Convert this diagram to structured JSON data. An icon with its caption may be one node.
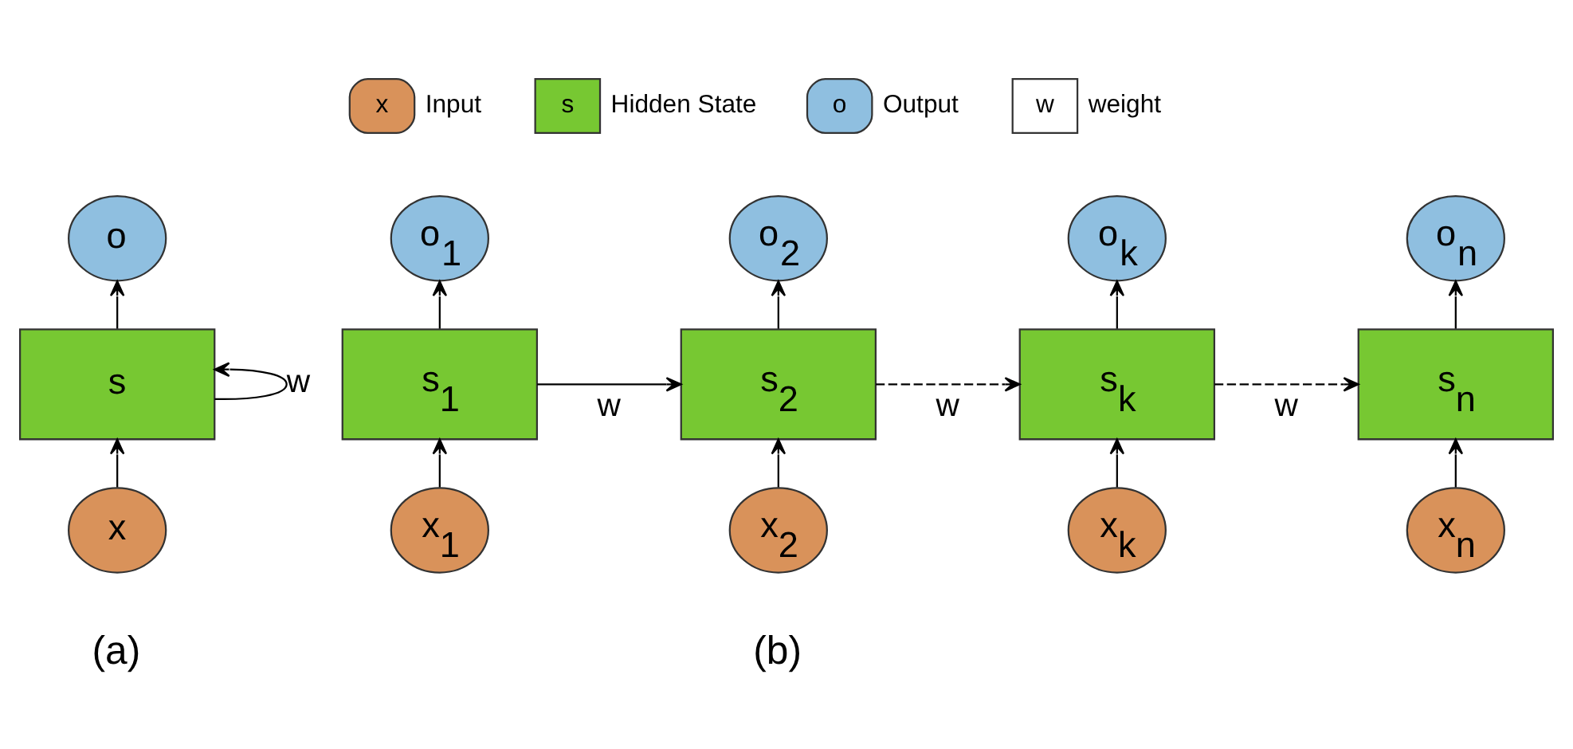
{
  "diagram": {
    "nodes": [
      {
        "text": [
          "o"
        ]
      },
      {
        "text": [
          "s"
        ]
      },
      {
        "text": [
          "x"
        ]
      },
      {
        "text": [
          "o$_{1}$"
        ]
      },
      {
        "text": [
          "s$_{1}$"
        ]
      },
      {
        "text": [
          "x$_{1}$"
        ]
      },
      {
        "text": [
          "o$_{2}$"
        ]
      },
      {
        "text": [
          "s$_{2}$"
        ]
      },
      {
        "text": [
          "x$_{2}$"
        ]
      },
      {
        "text": [
          "o$_{k}$"
        ]
      },
      {
        "text": [
          "s$_{k}$"
        ]
      },
      {
        "text": [
          "x$_{k}$"
        ]
      },
      {
        "text": [
          "o$_{n}$"
        ]
      },
      {
        "text": [
          "s$_{n}$"
        ]
      },
      {
        "text": [
          "x$_{n}$"
        ]
      }
    ],
    "edges": [
      {
        "from": 2,
        "to": 1,
        "arrow": "to"
      },
      {
        "from": 1,
        "to": 0,
        "arrow": "to"
      },
      {
        "from": 1,
        "to": 1,
        "arrow": "to",
        "label": "w"
      },
      {
        "from": 5,
        "to": 4,
        "arrow": "to"
      },
      {
        "from": 4,
        "to": 3,
        "arrow": "to"
      },
      {
        "from": 4,
        "to": 7,
        "arrow": "to",
        "label": "w"
      },
      {
        "from": 8,
        "to": 7,
        "arrow": "to"
      },
      {
        "from": 7,
        "to": 6,
        "arrow": "to"
      },
      {
        "from": 7,
        "to": 10,
        "arrow": "to",
        "label": "w",
        "style": "dashed"
      },
      {
        "from": 11,
        "to": 10,
        "arrow": "to"
      },
      {
        "from": 10,
        "to": 9,
        "arrow": "to"
      },
      {
        "from": 10,
        "to": 13,
        "arrow": "to",
        "label": "w",
        "style": "dashed"
      },
      {
        "from": 14,
        "to": 13,
        "arrow": "to"
      },
      {
        "from": 13,
        "to": 12,
        "arrow": "to"
      }
    ],
    "labels": [
      "x",
      "s",
      "o",
      "w",
      "(a)",
      "(b)"
    ],
    "legend": [
      {
        "text": "Input",
        "color": "#d9925a"
      },
      {
        "text": "Hidden State",
        "color": "#77c832"
      },
      {
        "text": "Output",
        "color": "#8fbfe0"
      },
      {
        "text": "weight",
        "color": "#ffffff"
      }
    ]
  }
}
